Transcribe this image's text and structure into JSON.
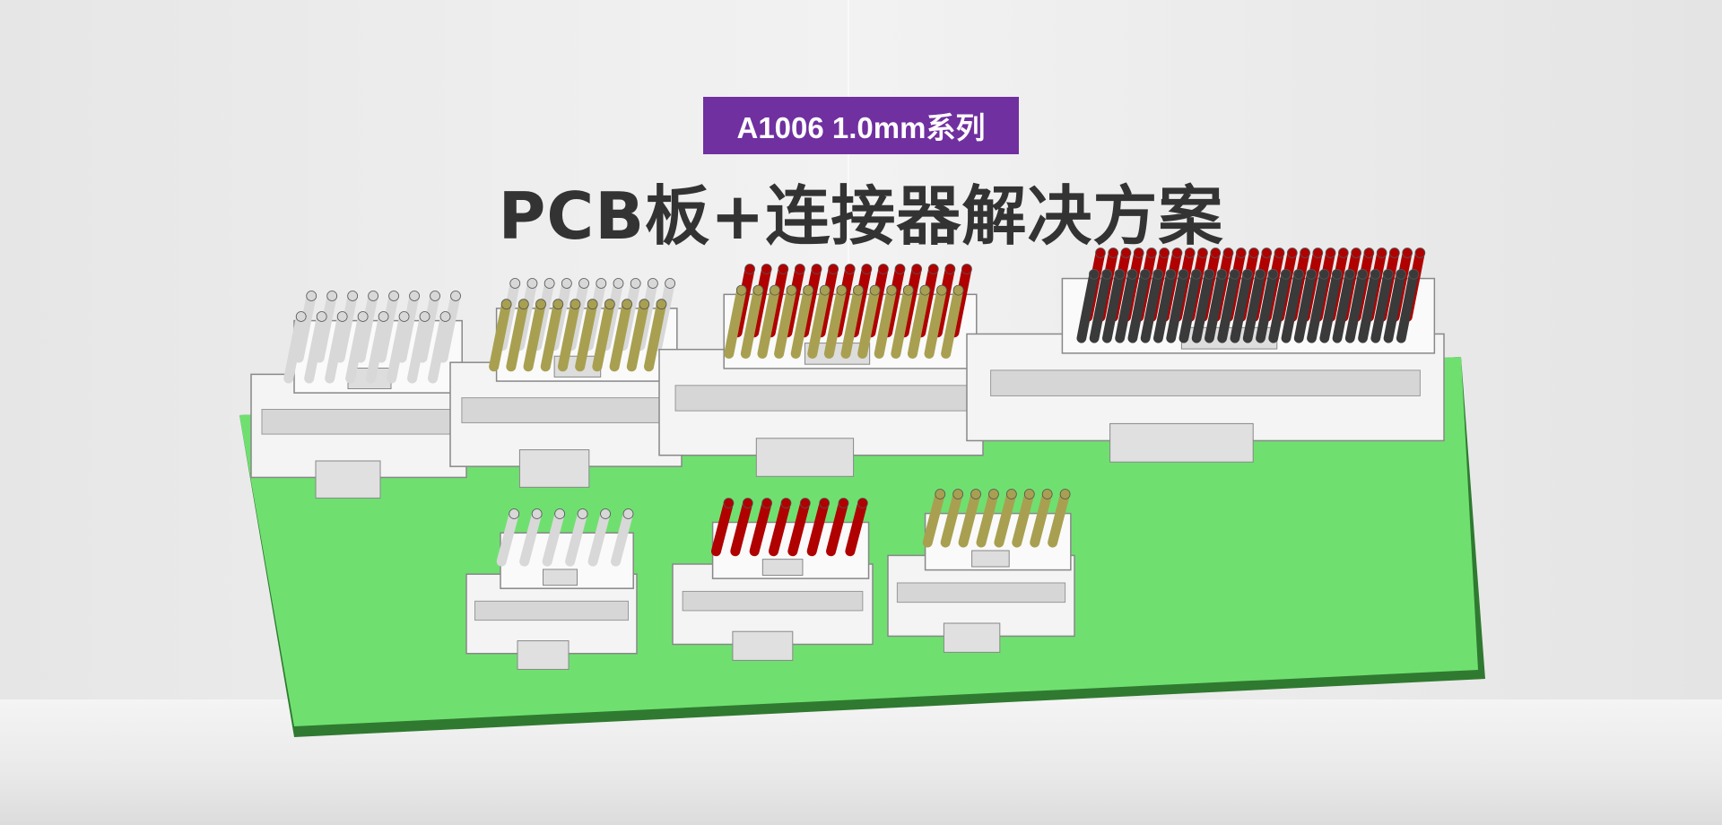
{
  "badge": {
    "text": "A1006 1.0mm系列",
    "color": "#7030a0"
  },
  "title": "PCB板+连接器解决方案",
  "colors": {
    "board": "#6fe070",
    "board_edge": "#2f7a30",
    "housing": "#f2f2f2",
    "pin_white": "#d8d8d8",
    "pin_red": "#b00000",
    "pin_olive": "#a8a050",
    "pin_dark": "#3a3a3a"
  },
  "connectors": [
    {
      "pins": 8,
      "back": "pin_white",
      "front": "pin_white"
    },
    {
      "pins": 10,
      "back": "pin_white",
      "front": "pin_olive"
    },
    {
      "pins": 14,
      "back": "pin_red",
      "front": "pin_olive"
    },
    {
      "pins": 26,
      "back": "pin_red",
      "front": "pin_dark"
    },
    {
      "pins": 6,
      "back": "pin_white",
      "front": null
    },
    {
      "pins": 8,
      "back": "pin_red",
      "front": null
    },
    {
      "pins": 8,
      "back": "pin_olive",
      "front": null
    }
  ]
}
